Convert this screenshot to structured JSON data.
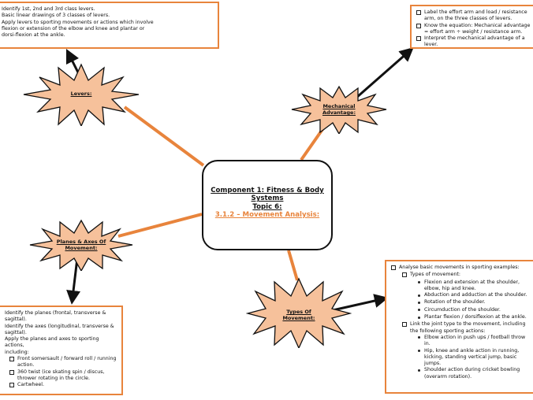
{
  "center": {
    "line1": "Component 1: Fitness & Body",
    "line2": "Systems",
    "line3": "Topic 6:",
    "line4": "3.1.2 – Movement Analysis:"
  },
  "levers": {
    "label": "Levers:",
    "lines": [
      "Identify 1st, 2nd and 3rd class levers.",
      "Basic linear drawings of 3 classes of levers.",
      "Apply levers to sporting movements or actions which involve",
      "flexion or extension of the elbow and knee and plantar or",
      "dorsi-flexion at the ankle."
    ]
  },
  "mechanical": {
    "label_line1": "Mechanical",
    "label_line2": "Advantage:",
    "items": [
      "Label the effort arm and load / resistance arm, on the three classes of levers.",
      "Know the equation: Mechanical advantage = effort arm ÷ weight / resistance arm.",
      "Interpret the mechanical advantage of a lever."
    ]
  },
  "planes": {
    "label_line1": "Planes & Axes Of",
    "label_line2": "Movement:",
    "lines": [
      "Identify the planes (frontal, transverse &",
      "sagittal).",
      "Identify the axes (longitudinal, transverse &",
      "sagittal).",
      "Apply the planes and axes to sporting actions,",
      "including:"
    ],
    "items": [
      "Front somersault / forward roll / running action.",
      "360 twist (ice skating spin / discus, thrower rotating in the circle.",
      "Cartwheel."
    ]
  },
  "types": {
    "label_line1": "Types Of",
    "label_line2": "Movement:",
    "heading": "Analyse basic movements in sporting examples:",
    "sub_heading": "Types of movement:",
    "movements": [
      "Flexion and extension at the shoulder, elbow, hip and knee.",
      "Abduction and adduction at the shoulder.",
      "Rotation of the shoulder.",
      "Circumduction of the shoulder.",
      "Plantar flexion / dorsiflexion at the ankle."
    ],
    "link_heading": "Link the joint type to the movement, including the following sporting actions:",
    "actions": [
      "Elbow action in push ups / football throw in.",
      "Hip, knee and ankle action in running, kicking, standing vertical jump, basic jumps.",
      "Shoulder action during cricket bowling (overarm rotation)."
    ]
  }
}
